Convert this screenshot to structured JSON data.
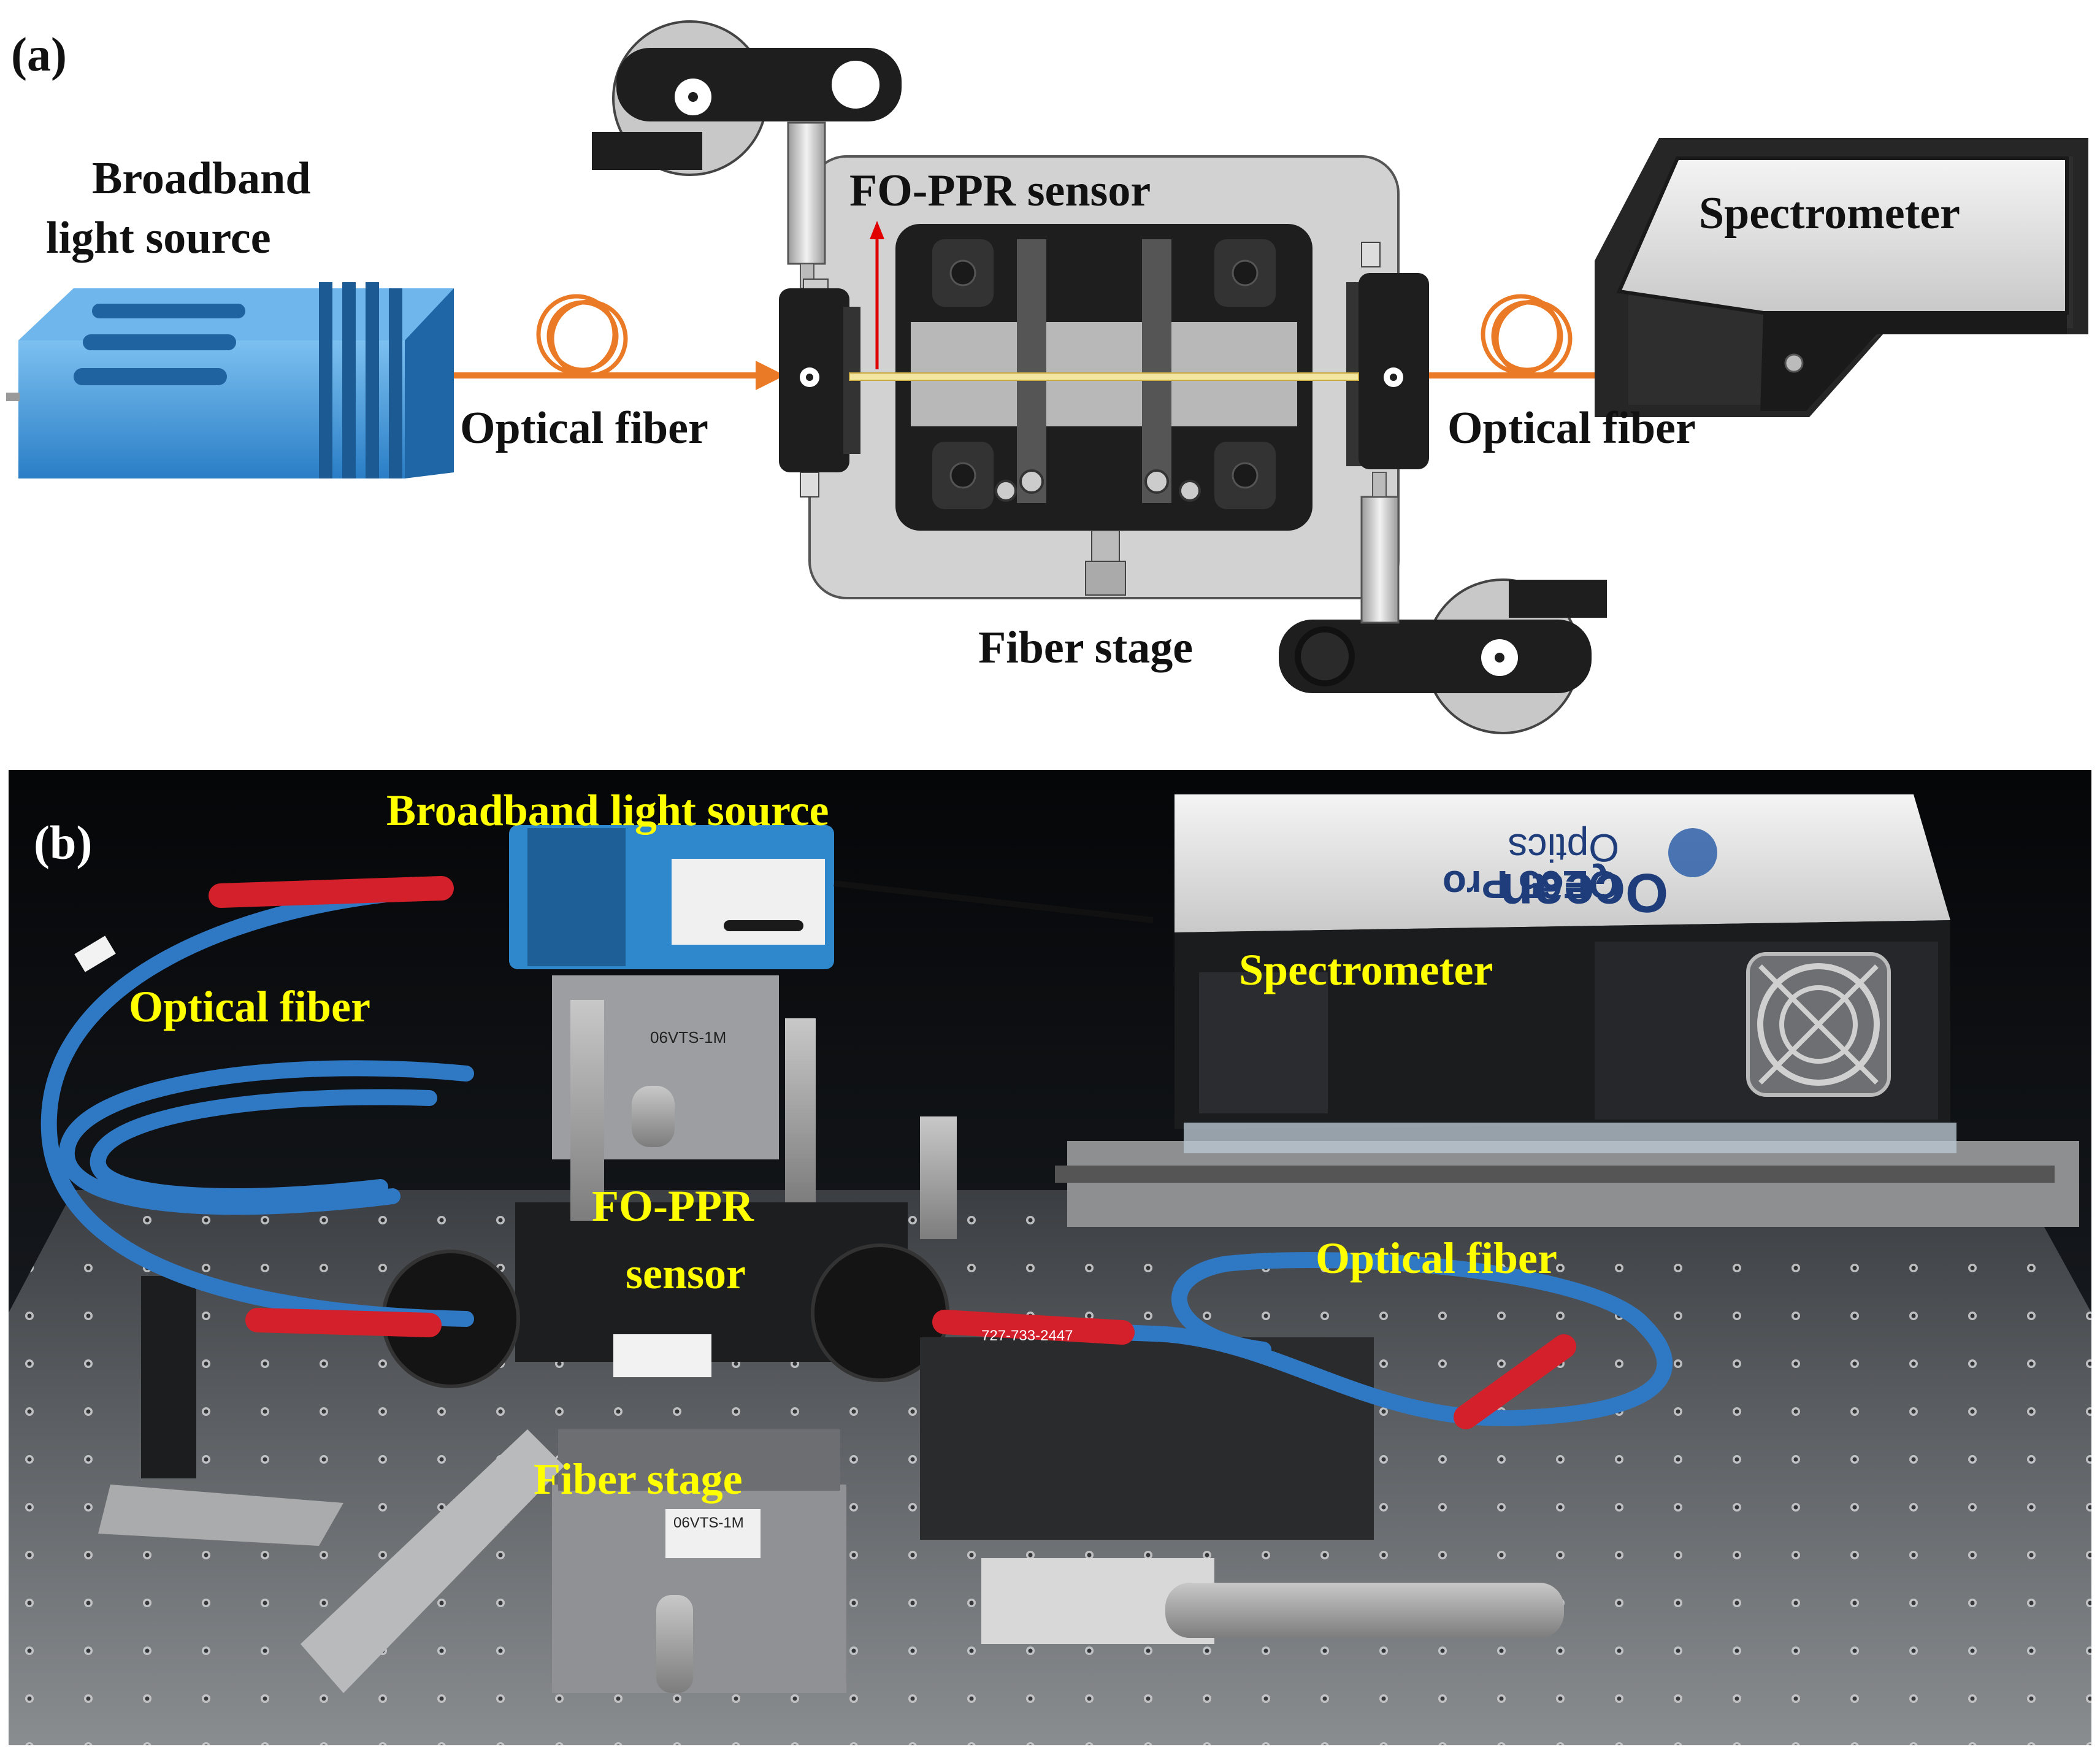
{
  "colors": {
    "background": "#ffffff",
    "fiber_orange": "#ea7a25",
    "source_blue": "#3a93d6",
    "stage_gray": "#d2d2d2",
    "mount_black": "#1e1e1e",
    "arrow_red": "#e00000",
    "photo_label_yellow": "#ffff00",
    "photo_fiber_blue": "#2f78c4",
    "connector_red": "#d4202a",
    "table_gray": "#6a6d70"
  },
  "panel_a": {
    "tag": "(a)",
    "source_label_line1": "Broadband",
    "source_label_line2": "light source",
    "fiber_label_left": "Optical fiber",
    "sensor_label": "FO-PPR sensor",
    "stage_label": "Fiber stage",
    "fiber_label_right": "Optical fiber",
    "spectrometer_label": "Spectrometer"
  },
  "panel_b": {
    "tag": "(b)",
    "source_label": "Broadband light source",
    "fiber_label_left": "Optical fiber",
    "sensor_label_line1": "FO-PPR",
    "sensor_label_line2": "sensor",
    "stage_label": "Fiber stage",
    "spectrometer_label": "Spectrometer",
    "fiber_label_right": "Optical fiber",
    "device_brand_line1": "Ocean",
    "device_brand_line2": "Optics",
    "device_model": "QE65 Pro",
    "fiber_print": "727-733-2447",
    "stage_tag_upper": "06VTS-1M",
    "stage_tag_lower": "06VTS-1M"
  }
}
